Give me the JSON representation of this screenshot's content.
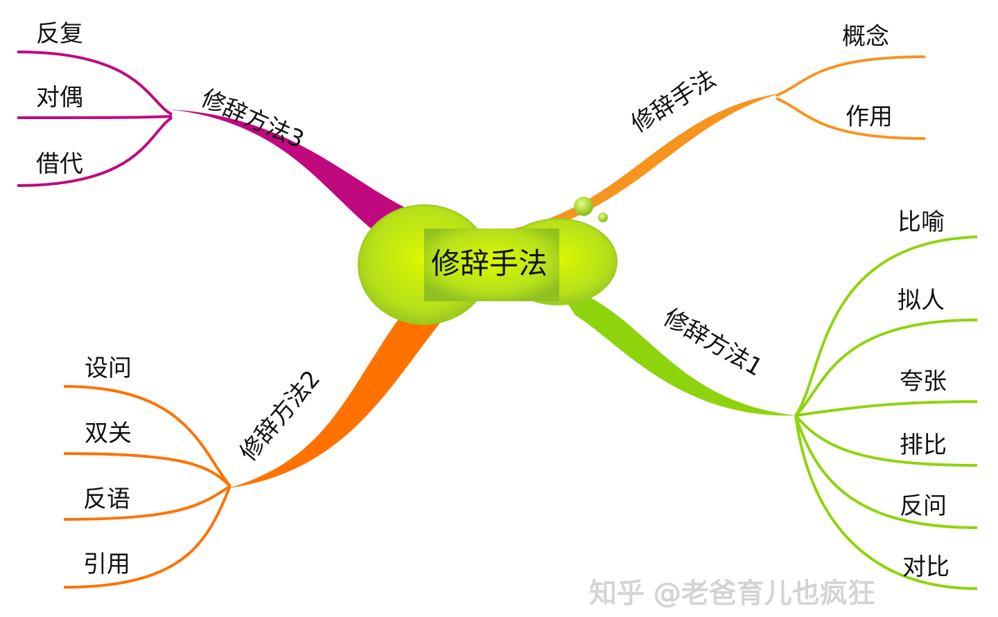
{
  "center": {
    "label": "修辞手法",
    "color": "#c6eb10"
  },
  "branches": [
    {
      "label": "修辞方法3",
      "color": "#c0087f",
      "leaves": [
        "反复",
        "对偶",
        "借代"
      ]
    },
    {
      "label": "修辞手法",
      "color": "#f7941d",
      "leaves": [
        "概念",
        "作用"
      ]
    },
    {
      "label": "修辞方法1",
      "color": "#8ed40c",
      "leaves": [
        "比喻",
        "拟人",
        "夸张",
        "排比",
        "反问",
        "对比"
      ]
    },
    {
      "label": "修辞方法2",
      "color": "#ff7200",
      "leaves": [
        "设问",
        "双关",
        "反语",
        "引用"
      ]
    }
  ],
  "watermark": "知乎 @老爸育儿也疯狂"
}
